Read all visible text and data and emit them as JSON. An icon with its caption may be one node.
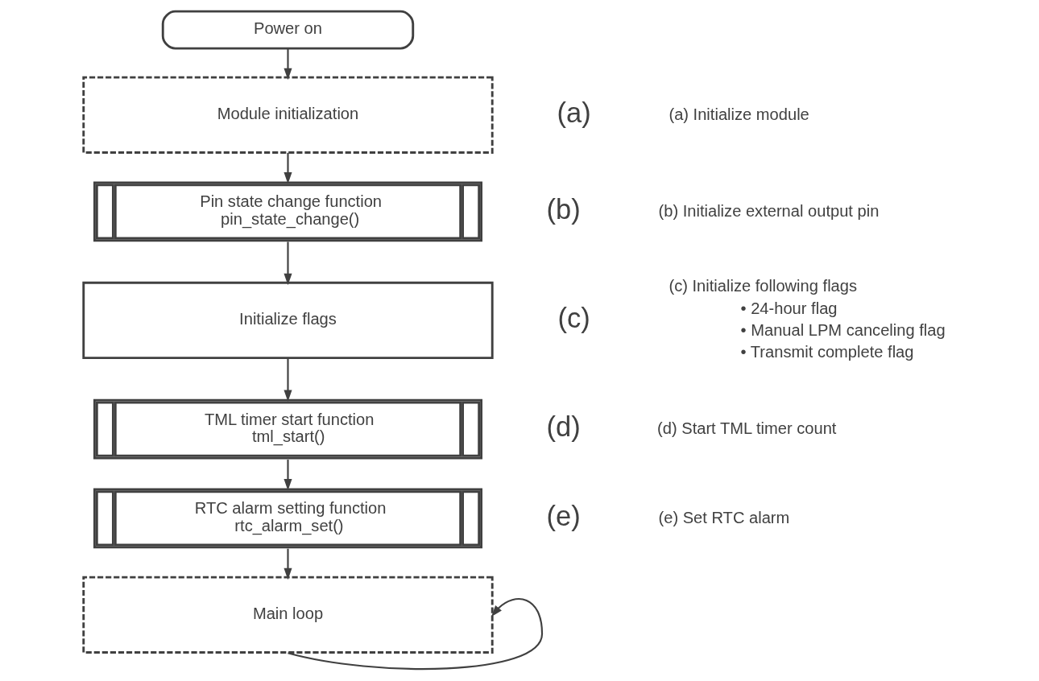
{
  "diagram": {
    "nodes": [
      {
        "text": [
          "Power on"
        ]
      },
      {
        "text": [
          "Module initialization"
        ],
        "beside": [
          "(a)"
        ]
      },
      {
        "text": [
          "Pin state change function",
          "pin_state_change()"
        ],
        "beside": [
          "(b)"
        ]
      },
      {
        "text": [
          "Initialize flags"
        ],
        "beside": [
          "(c)"
        ]
      },
      {
        "text": [
          "TML timer start function",
          "tml_start()"
        ],
        "beside": [
          "(d)"
        ]
      },
      {
        "text": [
          "RTC alarm setting function",
          "rtc_alarm_set()"
        ],
        "beside": [
          "(e)"
        ]
      },
      {
        "text": [
          "Main loop"
        ]
      }
    ],
    "edges": [
      {
        "from": 0,
        "to": 1,
        "arrow": "to"
      },
      {
        "from": 1,
        "to": 2,
        "arrow": "to"
      },
      {
        "from": 2,
        "to": 3,
        "arrow": "to"
      },
      {
        "from": 3,
        "to": 4,
        "arrow": "to"
      },
      {
        "from": 4,
        "to": 5,
        "arrow": "to"
      },
      {
        "from": 5,
        "to": 6,
        "arrow": "to"
      },
      {
        "from": 6,
        "to": 6,
        "arrow": "to"
      }
    ],
    "labels": [
      "(a) Initialize module",
      "(b) Initialize external output pin",
      "(c) Initialize following flags",
      "• 24-hour flag",
      "• Manual LPM canceling flag",
      "• Transmit complete flag",
      "(d) Start TML timer count",
      "(e) Set RTC alarm"
    ]
  }
}
